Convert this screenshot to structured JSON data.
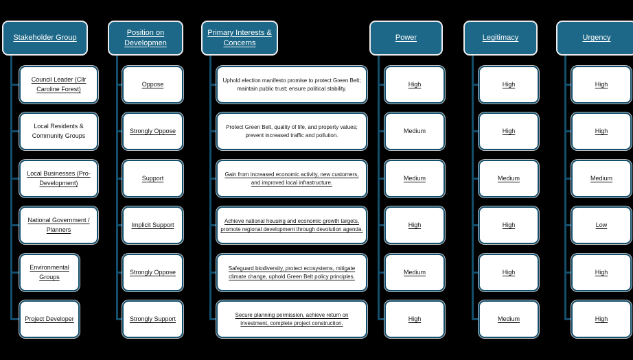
{
  "title": "Stakeholder analysis diagram",
  "colors": {
    "background": "#000000",
    "header_fill": "#1d6888",
    "header_border": "#ededed",
    "header_text": "#ffffff",
    "node_fill": "#ffffff",
    "node_border": "#134f6d",
    "node_text": "#111111",
    "connector": "#134f6d"
  },
  "columns": [
    {
      "id": "stakeholder-group",
      "header": "Stakeholder Group",
      "items": [
        {
          "text": "Council Leader (Cllr Caroline Forest)",
          "underline": true
        },
        {
          "text": "Local Residents & Community Groups",
          "underline": false
        },
        {
          "text": "Local Businesses (Pro-Development)",
          "underline": true
        },
        {
          "text": "National Government / Planners",
          "underline": true
        },
        {
          "text": "Environmental Groups",
          "underline": true
        },
        {
          "text": "Project Developer",
          "underline": true
        }
      ]
    },
    {
      "id": "position-on-development",
      "header": "Position on Developmen",
      "items": [
        {
          "text": "Oppose",
          "underline": true
        },
        {
          "text": "Strongly Oppose",
          "underline": true
        },
        {
          "text": "Support",
          "underline": true
        },
        {
          "text": "Implicit Support",
          "underline": true
        },
        {
          "text": "Strongly Oppose",
          "underline": true
        },
        {
          "text": "Strongly Support",
          "underline": true
        }
      ]
    },
    {
      "id": "primary-interests-concerns",
      "header": "Primary Interests & Concerns",
      "items": [
        {
          "text": "Uphold election manifesto promise to protect Green Belt; maintain public trust; ensure political stability.",
          "underline": false
        },
        {
          "text": "Protect Green Belt, quality of life, and property values; prevent increased traffic and pollution.",
          "underline": false
        },
        {
          "text": "Gain from increased economic activity, new customers, and improved local infrastructure.",
          "underline": true
        },
        {
          "text": "Achieve national housing and economic growth targets, promote regional development through devolution agenda.",
          "underline": true
        },
        {
          "text": "Safeguard biodiversity, protect ecosystems, mitigate climate change, uphold Green Belt policy principles.",
          "underline": true
        },
        {
          "text": "Secure planning permission, achieve return on investment, complete project construction.",
          "underline": true
        }
      ]
    },
    {
      "id": "power",
      "header": "Power",
      "items": [
        {
          "text": "High",
          "underline": true
        },
        {
          "text": "Medium",
          "underline": false
        },
        {
          "text": "Medium",
          "underline": true
        },
        {
          "text": "High",
          "underline": true
        },
        {
          "text": "Medium",
          "underline": true
        },
        {
          "text": "High",
          "underline": true
        }
      ]
    },
    {
      "id": "legitimacy",
      "header": "Legitimacy",
      "items": [
        {
          "text": "High",
          "underline": true
        },
        {
          "text": "High",
          "underline": true
        },
        {
          "text": "Medium",
          "underline": true
        },
        {
          "text": "High",
          "underline": true
        },
        {
          "text": "High",
          "underline": true
        },
        {
          "text": "Medium",
          "underline": true
        }
      ]
    },
    {
      "id": "urgency",
      "header": "Urgency",
      "items": [
        {
          "text": "High",
          "underline": true
        },
        {
          "text": "High",
          "underline": true
        },
        {
          "text": "Medium",
          "underline": true
        },
        {
          "text": "Low",
          "underline": true
        },
        {
          "text": "High",
          "underline": true
        },
        {
          "text": "High",
          "underline": true
        }
      ]
    }
  ]
}
